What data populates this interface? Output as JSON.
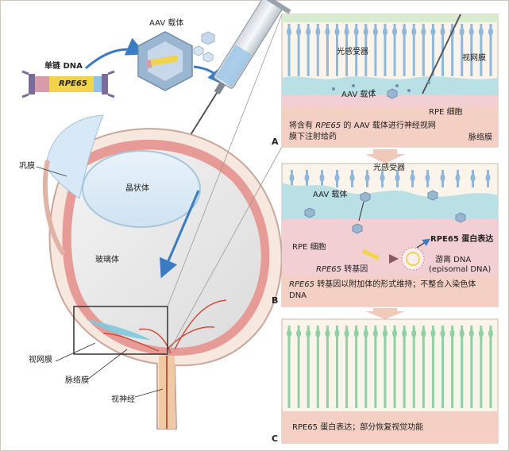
{
  "left": {
    "ssdna_label_prefix": "单链 DNA",
    "gene_italic": "RPE65",
    "aav_vector": "AAV 载体",
    "sclera": "巩膜",
    "lens": "晶状体",
    "vitreous": "玻璃体",
    "retina": "视网膜",
    "choroid": "脉络膜",
    "optic_nerve": "视神经"
  },
  "panelA": {
    "letter": "A",
    "photoreceptor": "光感受器",
    "retina": "视网膜",
    "aav_vector": "AAV 载体",
    "rpe_cells": "RPE 细胞",
    "caption_pre": "将含有 ",
    "caption_gene": "RPE65",
    "caption_post": " 的 AAV 载体进行神经视网膜下注射给药",
    "choroid": "脉络膜"
  },
  "panelB": {
    "letter": "B",
    "photoreceptor": "光感受器",
    "aav_vector": "AAV 载体",
    "rpe_cells": "RPE 细胞",
    "transgene_gene": "RPE65",
    "transgene_suffix": " 转基因",
    "protein_expression": "RPE65 蛋白表达",
    "episomal_line1": "游离 DNA",
    "episomal_line2": "(episomal DNA)",
    "caption_gene": "RPE65",
    "caption_post": " 转基因以附加体的形式维持；不整合入染色体 DNA"
  },
  "panelC": {
    "letter": "C",
    "caption": "RPE65 蛋白表达；部分恢复视觉功能"
  },
  "colors": {
    "rpe_pink": "#f1cfd3",
    "choroid_red": "#e58b8b",
    "retina_teal": "#b9e0e4",
    "photoreceptor_blue": "#8fb8dc",
    "photoreceptor_green": "#8fd0a4",
    "caption_band": "#f3cfc4",
    "aav_hex": "#9ab6d1",
    "arrow_blue": "#3a7cc3",
    "gene_yellow": "#f2d34c"
  }
}
